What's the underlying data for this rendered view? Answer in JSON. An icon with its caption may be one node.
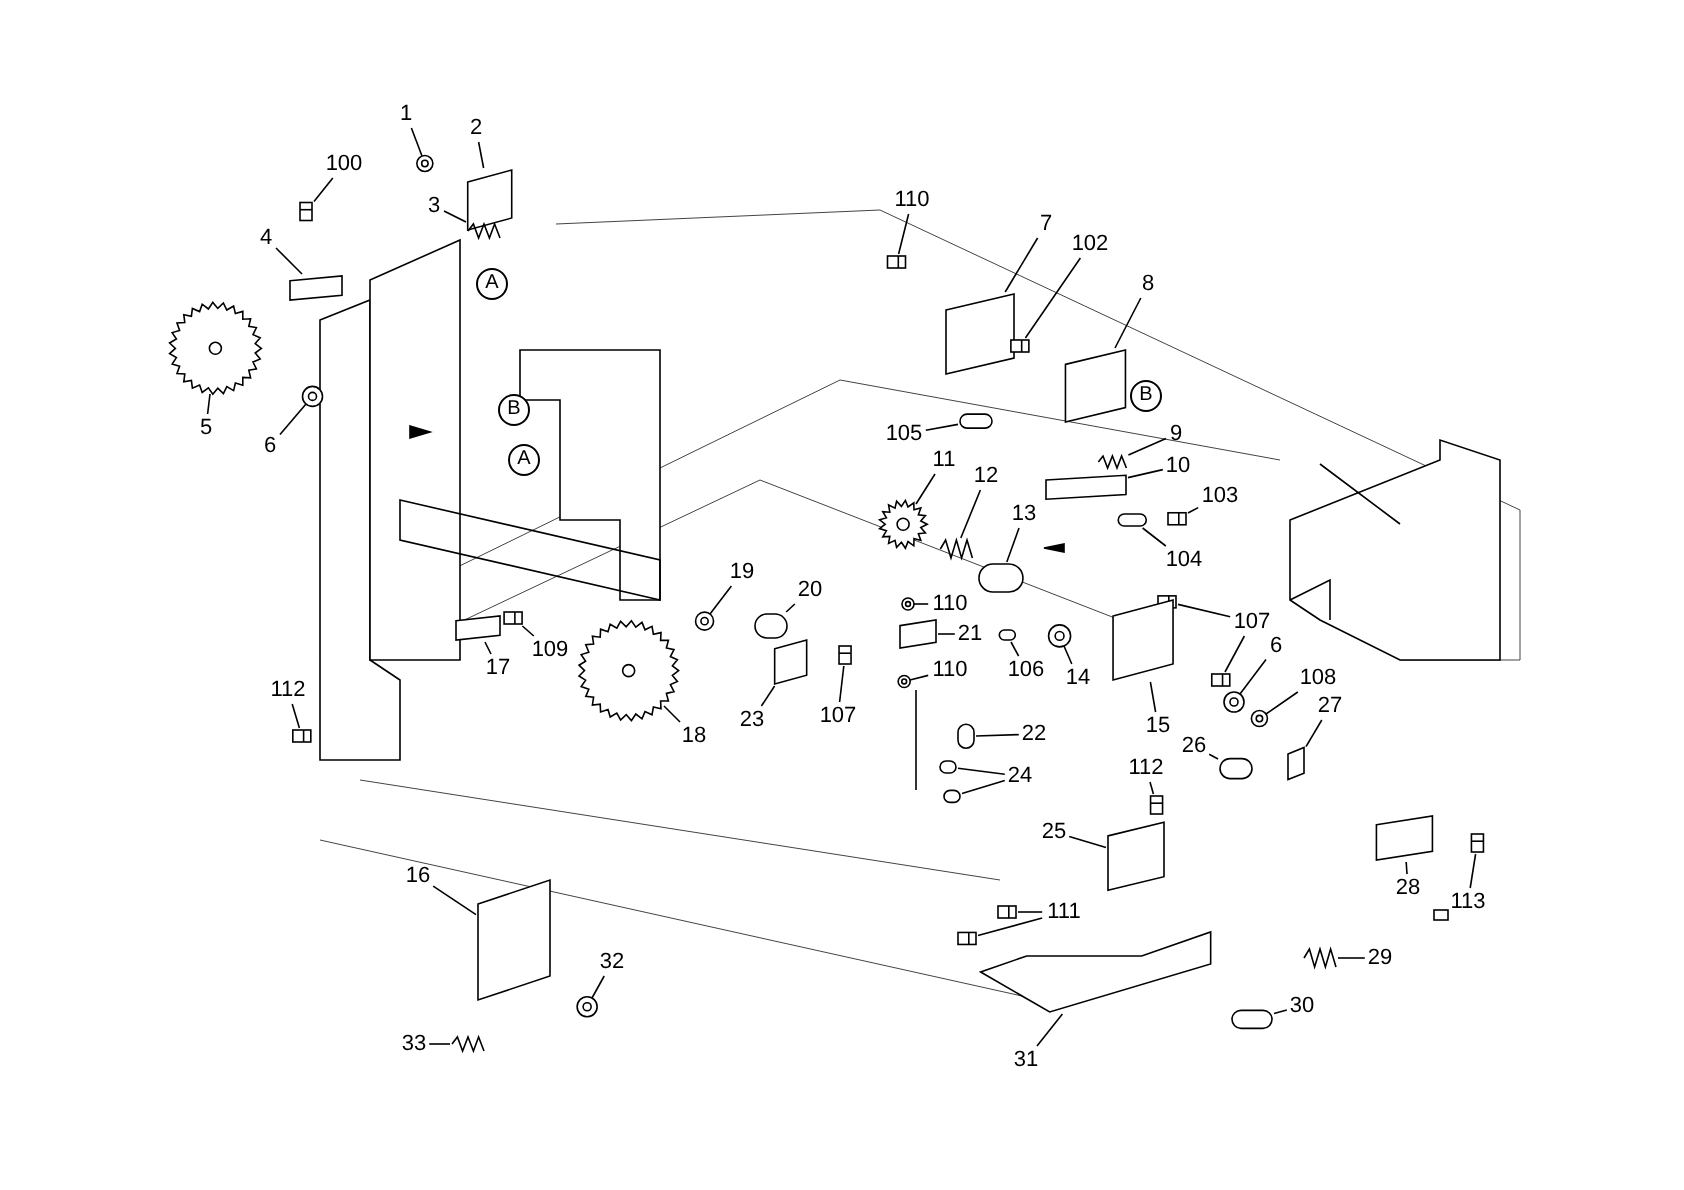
{
  "diagram": {
    "nodes": [
      {
        "text": [
          "1"
        ]
      },
      {
        "text": [
          "2"
        ]
      },
      {
        "text": [
          "100"
        ]
      },
      {
        "text": [
          "3"
        ]
      },
      {
        "text": [
          "110"
        ]
      },
      {
        "text": [
          "7"
        ]
      },
      {
        "text": [
          "4"
        ]
      },
      {
        "text": [
          "102"
        ]
      },
      {
        "text": [
          "8"
        ]
      },
      {
        "text": [
          "5"
        ]
      },
      {
        "text": [
          "6"
        ]
      },
      {
        "text": [
          "105"
        ]
      },
      {
        "text": [
          "9"
        ]
      },
      {
        "text": [
          "11"
        ]
      },
      {
        "text": [
          "10"
        ]
      },
      {
        "text": [
          "12"
        ]
      },
      {
        "text": [
          "103"
        ]
      },
      {
        "text": [
          "13"
        ]
      },
      {
        "text": [
          "104"
        ]
      },
      {
        "text": [
          "19"
        ]
      },
      {
        "text": [
          "20"
        ]
      },
      {
        "text": [
          "110"
        ]
      },
      {
        "text": [
          "107"
        ]
      },
      {
        "text": [
          "21"
        ]
      },
      {
        "text": [
          "6"
        ]
      },
      {
        "text": [
          "109"
        ]
      },
      {
        "text": [
          "17"
        ]
      },
      {
        "text": [
          "110"
        ]
      },
      {
        "text": [
          "106"
        ]
      },
      {
        "text": [
          "14"
        ]
      },
      {
        "text": [
          "108"
        ]
      },
      {
        "text": [
          "112"
        ]
      },
      {
        "text": [
          "23"
        ]
      },
      {
        "text": [
          "27"
        ]
      },
      {
        "text": [
          "107"
        ]
      },
      {
        "text": [
          "15"
        ]
      },
      {
        "text": [
          "22"
        ]
      },
      {
        "text": [
          "18"
        ]
      },
      {
        "text": [
          "26"
        ]
      },
      {
        "text": [
          "112"
        ]
      },
      {
        "text": [
          "24"
        ]
      },
      {
        "text": [
          "25"
        ]
      },
      {
        "text": [
          "16"
        ]
      },
      {
        "text": [
          "28"
        ]
      },
      {
        "text": [
          "113"
        ]
      },
      {
        "text": [
          "111"
        ]
      },
      {
        "text": [
          "29"
        ]
      },
      {
        "text": [
          "32"
        ]
      },
      {
        "text": [
          "30"
        ]
      },
      {
        "text": [
          "33"
        ]
      },
      {
        "text": [
          "31"
        ]
      },
      {
        "text": [],
        "shape": "circle"
      },
      {
        "text": [],
        "shape": "box"
      },
      {
        "text": [],
        "shape": "box"
      },
      {
        "text": [],
        "shape": "picture"
      },
      {
        "text": [],
        "shape": "box"
      },
      {
        "text": [],
        "shape": "box"
      },
      {
        "text": [],
        "shape": "box"
      },
      {
        "text": [],
        "shape": "box"
      },
      {
        "text": [],
        "shape": "box"
      },
      {
        "text": [],
        "shape": "picture"
      },
      {
        "text": [],
        "shape": "circle"
      },
      {
        "text": [],
        "shape": "bar"
      },
      {
        "text": [],
        "shape": "picture"
      },
      {
        "text": [],
        "shape": "picture"
      },
      {
        "text": [],
        "shape": "box"
      },
      {
        "text": [],
        "shape": "picture"
      },
      {
        "text": [],
        "shape": "box"
      },
      {
        "text": [],
        "shape": "bar"
      },
      {
        "text": [],
        "shape": "bar"
      },
      {
        "text": [],
        "shape": "circle"
      },
      {
        "text": [],
        "shape": "bar"
      },
      {
        "text": [],
        "shape": "circle"
      },
      {
        "text": [],
        "shape": "box"
      },
      {
        "text": [],
        "shape": "box"
      },
      {
        "text": [],
        "shape": "box"
      },
      {
        "text": [],
        "shape": "circle"
      },
      {
        "text": [],
        "shape": "box"
      },
      {
        "text": [],
        "shape": "box"
      },
      {
        "text": [],
        "shape": "circle"
      },
      {
        "text": [],
        "shape": "bar"
      },
      {
        "text": [],
        "shape": "circle"
      },
      {
        "text": [],
        "shape": "circle"
      },
      {
        "text": [],
        "shape": "box"
      },
      {
        "text": [],
        "shape": "box"
      },
      {
        "text": [],
        "shape": "box"
      },
      {
        "text": [],
        "shape": "box"
      },
      {
        "text": [],
        "shape": "box"
      },
      {
        "text": [],
        "shape": "bar"
      },
      {
        "text": [],
        "shape": "picture"
      },
      {
        "text": [],
        "shape": "bar"
      },
      {
        "text": [],
        "shape": "box"
      },
      {
        "text": [],
        "shape": "bar"
      },
      {
        "text": [],
        "shape": "bar"
      },
      {
        "text": [],
        "shape": "box"
      },
      {
        "text": [],
        "shape": "box"
      },
      {
        "text": [],
        "shape": "box"
      },
      {
        "text": [],
        "shape": "box"
      },
      {
        "text": [],
        "shape": "box"
      },
      {
        "text": [],
        "shape": "box"
      },
      {
        "text": [],
        "shape": "picture"
      },
      {
        "text": [],
        "shape": "circle"
      },
      {
        "text": [],
        "shape": "bar"
      },
      {
        "text": [],
        "shape": "picture"
      },
      {
        "text": [],
        "shape": "picture"
      }
    ],
    "edges": [
      {
        "from": 0,
        "to": 51,
        "arrow": "none"
      },
      {
        "from": 1,
        "to": 52,
        "arrow": "none"
      },
      {
        "from": 2,
        "to": 53,
        "arrow": "none"
      },
      {
        "from": 3,
        "to": 54,
        "arrow": "none"
      },
      {
        "from": 4,
        "to": 55,
        "arrow": "none"
      },
      {
        "from": 5,
        "to": 56,
        "arrow": "none"
      },
      {
        "from": 6,
        "to": 57,
        "arrow": "none"
      },
      {
        "from": 7,
        "to": 58,
        "arrow": "none"
      },
      {
        "from": 8,
        "to": 59,
        "arrow": "none"
      },
      {
        "from": 9,
        "to": 60,
        "arrow": "none"
      },
      {
        "from": 10,
        "to": 61,
        "arrow": "none"
      },
      {
        "from": 11,
        "to": 62,
        "arrow": "none"
      },
      {
        "from": 12,
        "to": 63,
        "arrow": "none"
      },
      {
        "from": 13,
        "to": 64,
        "arrow": "none"
      },
      {
        "from": 14,
        "to": 65,
        "arrow": "none"
      },
      {
        "from": 15,
        "to": 66,
        "arrow": "none"
      },
      {
        "from": 16,
        "to": 67,
        "arrow": "none"
      },
      {
        "from": 17,
        "to": 68,
        "arrow": "none"
      },
      {
        "from": 18,
        "to": 69,
        "arrow": "none"
      },
      {
        "from": 19,
        "to": 70,
        "arrow": "none"
      },
      {
        "from": 20,
        "to": 71,
        "arrow": "none"
      },
      {
        "from": 21,
        "to": 72,
        "arrow": "none"
      },
      {
        "from": 22,
        "to": 73,
        "arrow": "none"
      },
      {
        "from": 22,
        "to": 74,
        "arrow": "none"
      },
      {
        "from": 23,
        "to": 75,
        "arrow": "none"
      },
      {
        "from": 24,
        "to": 76,
        "arrow": "none"
      },
      {
        "from": 25,
        "to": 77,
        "arrow": "none"
      },
      {
        "from": 26,
        "to": 78,
        "arrow": "none"
      },
      {
        "from": 27,
        "to": 79,
        "arrow": "none"
      },
      {
        "from": 28,
        "to": 80,
        "arrow": "none"
      },
      {
        "from": 29,
        "to": 81,
        "arrow": "none"
      },
      {
        "from": 30,
        "to": 82,
        "arrow": "none"
      },
      {
        "from": 31,
        "to": 83,
        "arrow": "none"
      },
      {
        "from": 32,
        "to": 84,
        "arrow": "none"
      },
      {
        "from": 33,
        "to": 85,
        "arrow": "none"
      },
      {
        "from": 34,
        "to": 86,
        "arrow": "none"
      },
      {
        "from": 35,
        "to": 87,
        "arrow": "none"
      },
      {
        "from": 36,
        "to": 88,
        "arrow": "none"
      },
      {
        "from": 37,
        "to": 89,
        "arrow": "none"
      },
      {
        "from": 38,
        "to": 90,
        "arrow": "none"
      },
      {
        "from": 39,
        "to": 91,
        "arrow": "none"
      },
      {
        "from": 40,
        "to": 92,
        "arrow": "none"
      },
      {
        "from": 40,
        "to": 93,
        "arrow": "none"
      },
      {
        "from": 41,
        "to": 94,
        "arrow": "none"
      },
      {
        "from": 42,
        "to": 95,
        "arrow": "none"
      },
      {
        "from": 43,
        "to": 96,
        "arrow": "none"
      },
      {
        "from": 44,
        "to": 97,
        "arrow": "none"
      },
      {
        "from": 45,
        "to": 98,
        "arrow": "none"
      },
      {
        "from": 45,
        "to": 99,
        "arrow": "none"
      },
      {
        "from": 46,
        "to": 100,
        "arrow": "none"
      },
      {
        "from": 47,
        "to": 101,
        "arrow": "none"
      },
      {
        "from": 48,
        "to": 102,
        "arrow": "none"
      },
      {
        "from": 49,
        "to": 103,
        "arrow": "none"
      },
      {
        "from": 50,
        "to": 104,
        "arrow": "none"
      }
    ],
    "labels": [
      "A",
      "B",
      "B",
      "A"
    ]
  }
}
